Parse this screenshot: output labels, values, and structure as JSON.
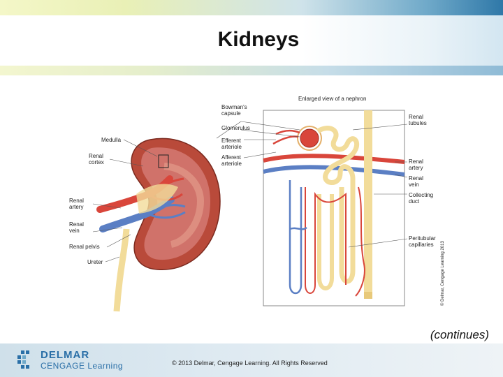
{
  "slide": {
    "title": "Kidneys",
    "continues": "(continues)"
  },
  "diagram": {
    "header": "Enlarged view of a nephron",
    "labels": {
      "bowmans_capsule_1": "Bowman's",
      "bowmans_capsule_2": "capsule",
      "glomerulus": "Glomerulus",
      "efferent_1": "Efferent",
      "efferent_2": "arteriole",
      "afferent_1": "Afferent",
      "afferent_2": "arteriole",
      "medulla": "Medulla",
      "renal_cortex_1": "Renal",
      "renal_cortex_2": "cortex",
      "renal_artery_left_1": "Renal",
      "renal_artery_left_2": "artery",
      "renal_vein_left_1": "Renal",
      "renal_vein_left_2": "vein",
      "renal_pelvis": "Renal pelvis",
      "ureter": "Ureter",
      "renal_tubules_1": "Renal",
      "renal_tubules_2": "tubules",
      "renal_artery_right_1": "Renal",
      "renal_artery_right_2": "artery",
      "renal_vein_right_1": "Renal",
      "renal_vein_right_2": "vein",
      "collecting_duct_1": "Collecting",
      "collecting_duct_2": "duct",
      "peritubular_1": "Peritubular",
      "peritubular_2": "capillaries"
    },
    "credit": "© Delmar, Cengage Learning 2013"
  },
  "footer": {
    "brand_top": "DELMAR",
    "brand_bottom": "CENGAGE Learning",
    "copyright": "© 2013 Delmar, Cengage Learning. All Rights Reserved"
  },
  "colors": {
    "artery": "#d9463b",
    "vein": "#5b7fc4",
    "tubule": "#f2dc9a",
    "cortex": "#b94a3a",
    "brand": "#2a6fa7"
  }
}
